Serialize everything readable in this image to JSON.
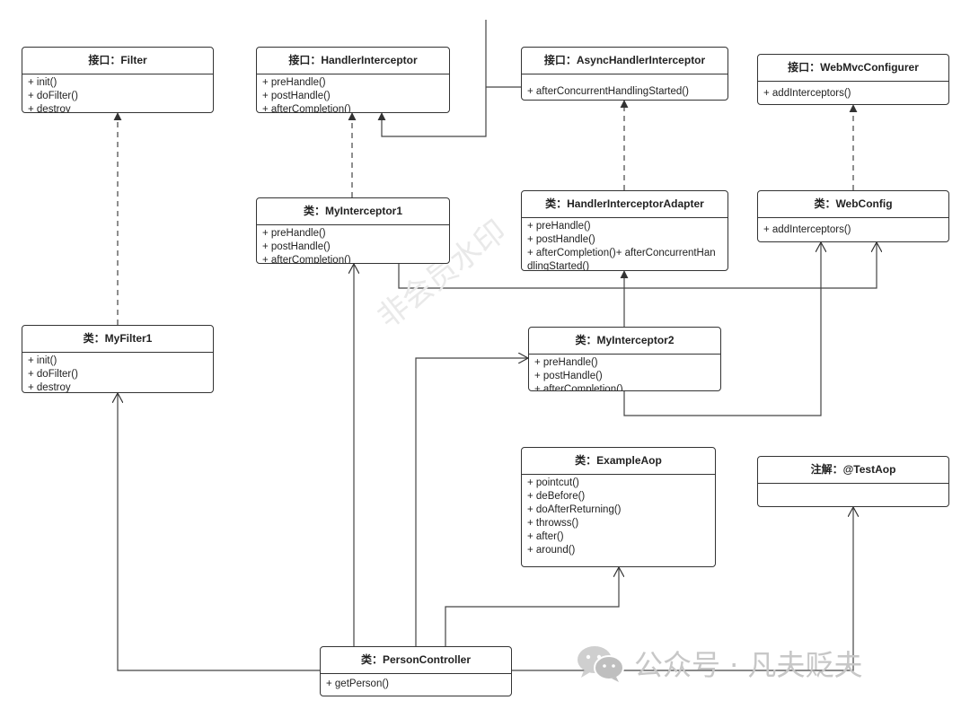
{
  "watermark": "非会员水印",
  "wechat_label": "公众号 · 凡夫贬夫",
  "boxes": {
    "filter": {
      "title": "接口：Filter",
      "members": [
        "+ init()",
        "+ doFilter()",
        "+ destroy"
      ]
    },
    "handler_interceptor": {
      "title": "接口：HandlerInterceptor",
      "members": [
        "+ preHandle()",
        "+ postHandle()",
        "+ afterCompletion()"
      ]
    },
    "async_handler_interceptor": {
      "title": "接口：AsyncHandlerInterceptor",
      "members": [
        "+ afterConcurrentHandlingStarted()"
      ]
    },
    "web_mvc_configurer": {
      "title": "接口：WebMvcConfigurer",
      "members": [
        "+ addInterceptors()"
      ]
    },
    "my_interceptor1": {
      "title": "类：MyInterceptor1",
      "members": [
        "+ preHandle()",
        "+ postHandle()",
        "+ afterCompletion()"
      ]
    },
    "handler_interceptor_adapter": {
      "title": "类：HandlerInterceptorAdapter",
      "members": [
        "+ preHandle()",
        "+ postHandle()",
        "+ afterCompletion()+ afterConcurrentHandlingStarted()"
      ]
    },
    "web_config": {
      "title": "类：WebConfig",
      "members": [
        "+ addInterceptors()"
      ]
    },
    "my_filter1": {
      "title": "类：MyFilter1",
      "members": [
        "+ init()",
        "+ doFilter()",
        "+ destroy"
      ]
    },
    "my_interceptor2": {
      "title": "类：MyInterceptor2",
      "members": [
        "+ preHandle()",
        "+ postHandle()",
        "+ afterCompletion()"
      ]
    },
    "example_aop": {
      "title": "类：ExampleAop",
      "members": [
        "+ pointcut()",
        "+ deBefore()",
        "+ doAfterReturning()",
        "+ throwss()",
        "+ after()",
        "+ around()"
      ]
    },
    "test_aop": {
      "title": "注解：@TestAop",
      "members": []
    },
    "person_controller": {
      "title": "类：PersonController",
      "members": [
        "+ getPerson()"
      ]
    }
  }
}
